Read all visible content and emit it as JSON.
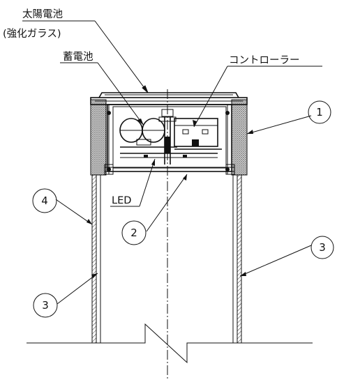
{
  "labels": {
    "solar_panel": "太陽電池",
    "tempered_glass": "(強化ガラス)",
    "battery": "蓄電池",
    "controller": "コントローラー",
    "led": "LED"
  },
  "callouts": [
    "1",
    "2",
    "3",
    "3",
    "4"
  ],
  "colors": {
    "line": "#111111",
    "hatch": "#555555",
    "background": "#ffffff"
  }
}
